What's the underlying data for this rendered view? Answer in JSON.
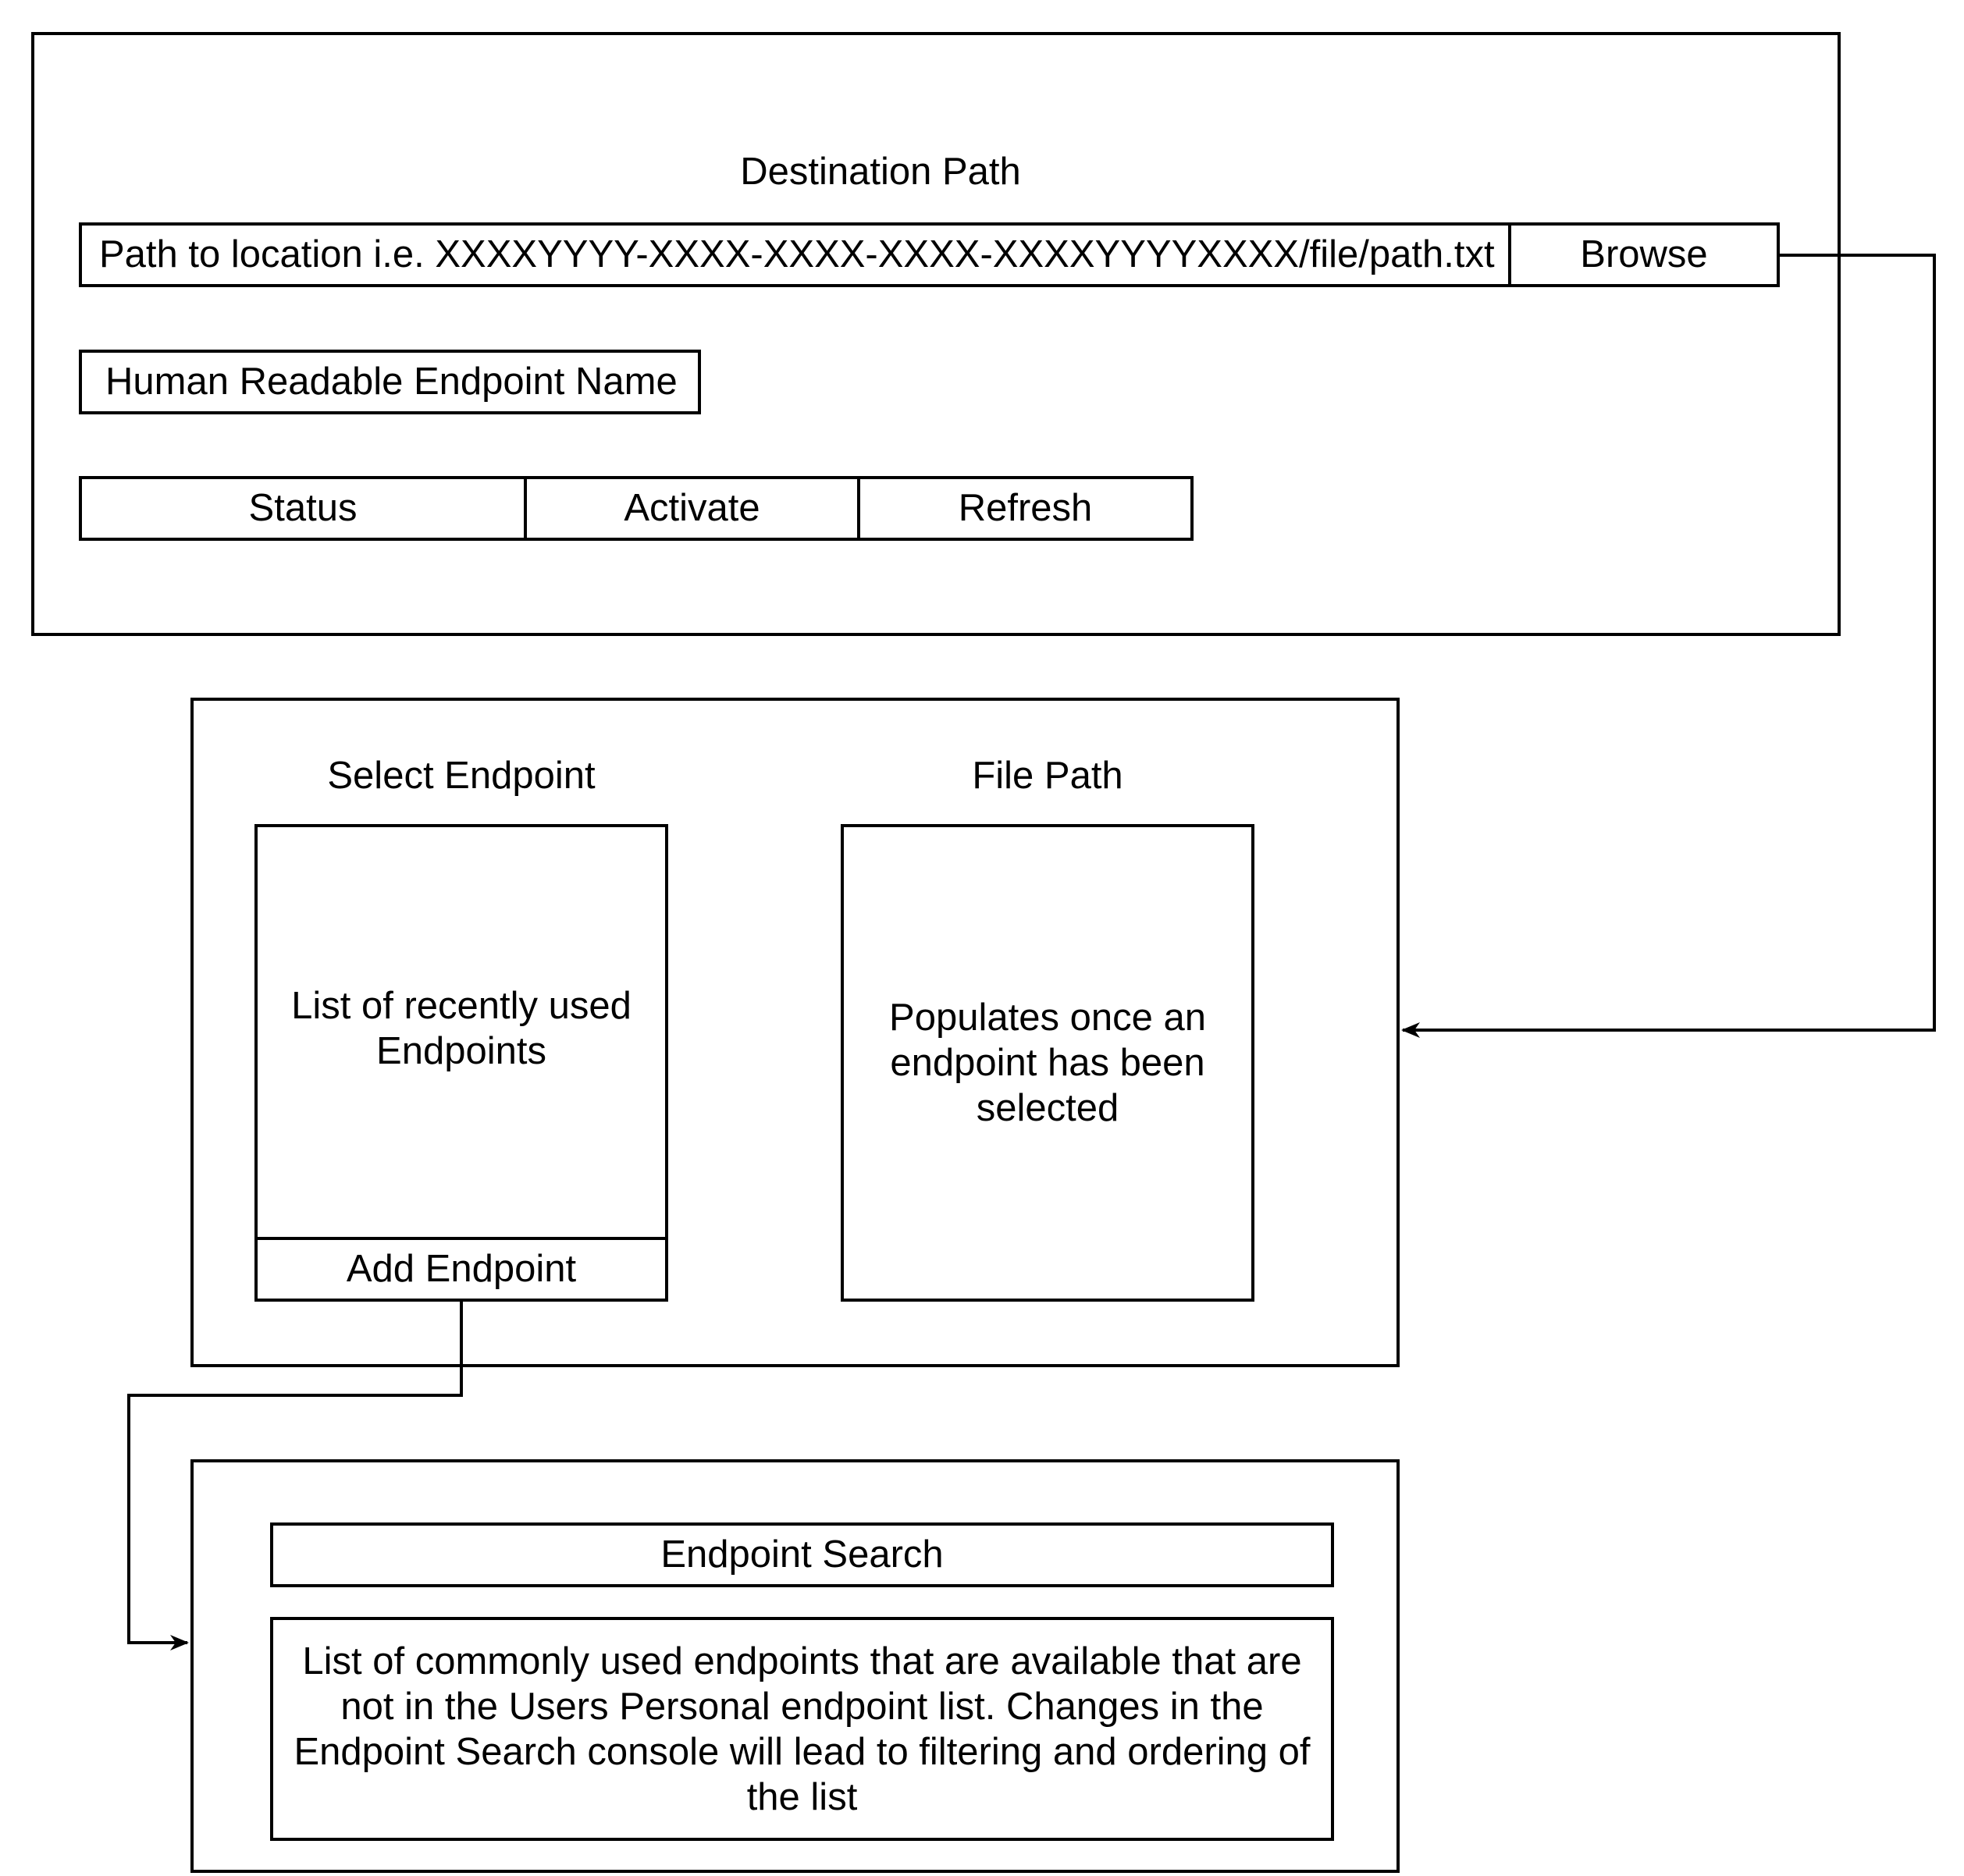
{
  "settings_panel": {
    "destination_heading": "Destination Path",
    "path_placeholder": "Path to location i.e. XXXXYYYY-XXXX-XXXX-XXXX-XXXXYYYYXXXX/file/path.txt",
    "browse_label": "Browse",
    "endpoint_name_placeholder": "Human Readable Endpoint Name",
    "status_label": "Status",
    "activate_label": "Activate",
    "refresh_label": "Refresh"
  },
  "picker_panel": {
    "select_endpoint_heading": "Select Endpoint",
    "recent_list_text": "List of recently used Endpoints",
    "add_endpoint_label": "Add Endpoint",
    "file_path_heading": "File Path",
    "file_path_text": "Populates once an endpoint has been selected"
  },
  "search_panel": {
    "search_label": "Endpoint Search",
    "common_list_text": "List of commonly used endpoints that are available that are not in the Users Personal endpoint list. Changes in the Endpoint Search console will lead to filtering and ordering of the list"
  }
}
